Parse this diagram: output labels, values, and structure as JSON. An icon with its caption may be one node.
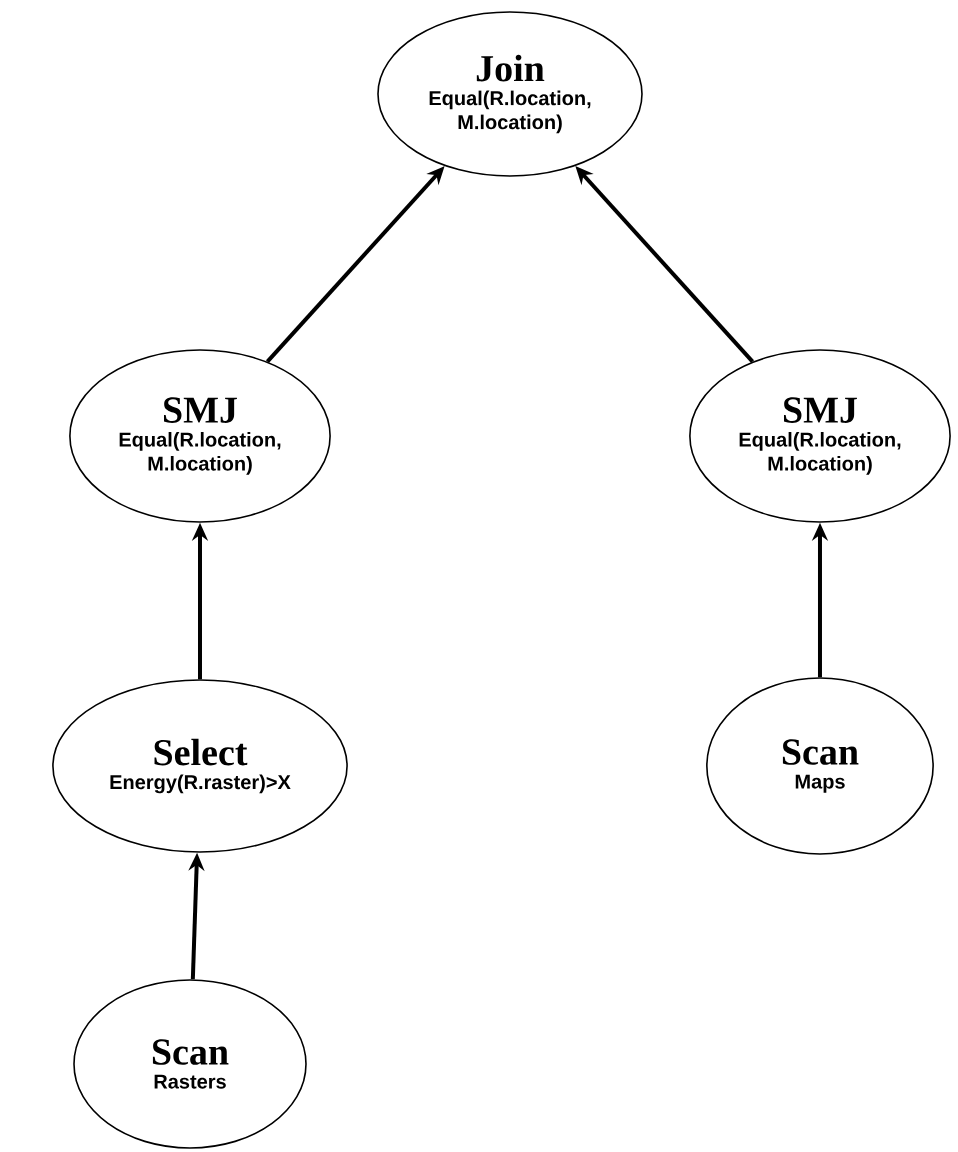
{
  "diagram": {
    "nodes": [
      {
        "text": [
          "Join",
          "Equal(R.location, M.location)"
        ]
      },
      {
        "text": [
          "SMJ",
          "Equal(R.location, M.location)"
        ]
      },
      {
        "text": [
          "SMJ",
          "Equal(R.location, M.location)"
        ]
      },
      {
        "text": [
          "Select",
          "Energy(R.raster)>X"
        ]
      },
      {
        "text": [
          "Scan",
          "Maps"
        ]
      },
      {
        "text": [
          "Scan",
          "Rasters"
        ]
      }
    ],
    "edges": [
      {
        "from": 1,
        "to": 0,
        "arrow": "to"
      },
      {
        "from": 2,
        "to": 0,
        "arrow": "to"
      },
      {
        "from": 3,
        "to": 1,
        "arrow": "to"
      },
      {
        "from": 4,
        "to": 2,
        "arrow": "to"
      },
      {
        "from": 5,
        "to": 3,
        "arrow": "to"
      }
    ]
  }
}
